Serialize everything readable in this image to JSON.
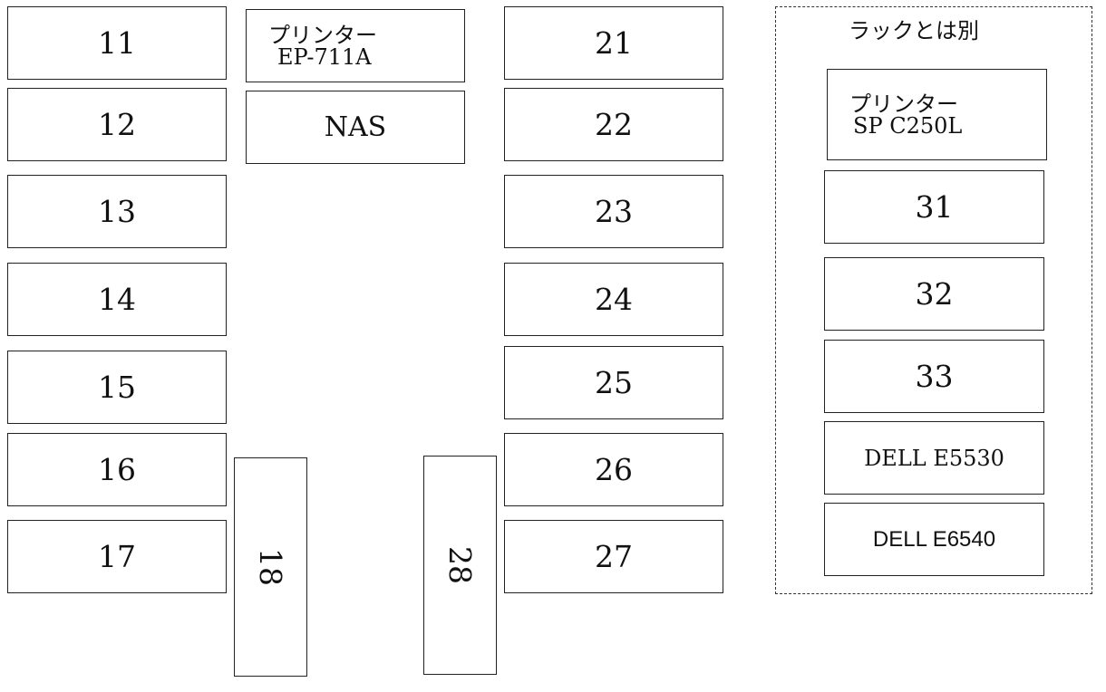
{
  "left_column": [
    "11",
    "12",
    "13",
    "14",
    "15",
    "16",
    "17"
  ],
  "center_top": {
    "printer_label": "プリンター",
    "printer_model": "EP-711A",
    "nas": "NAS"
  },
  "vertical": {
    "left": "18",
    "right": "28"
  },
  "right_column": [
    "21",
    "22",
    "23",
    "24",
    "25",
    "26",
    "27"
  ],
  "separate_rack": {
    "title": "ラックとは別",
    "printer_label": "プリンター",
    "printer_model": "SP C250L",
    "items": [
      "31",
      "32",
      "33",
      "DELL E5530",
      "DELL E6540"
    ]
  }
}
